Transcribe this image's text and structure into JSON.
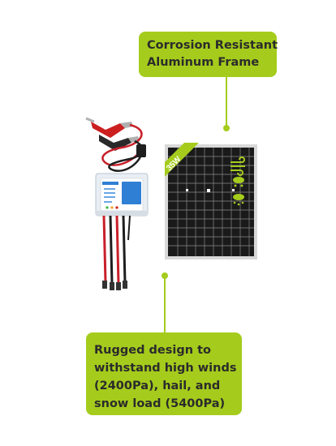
{
  "colors": {
    "accent": "#a5cc1c",
    "panel_cell": "#1a1a1a",
    "frame": "#d8d8d8",
    "cable_red": "#c8202a",
    "controller_blue": "#2f7fd4"
  },
  "callouts": {
    "frame": {
      "line1": "Corrosion Resistant",
      "line2": "Aluminum Frame"
    },
    "rugged": {
      "line1": "Rugged design to",
      "line2": "withstand high winds",
      "line3": "(2400Pa), hail, and",
      "line4": "snow load (5400Pa)"
    }
  },
  "panel": {
    "wattage": "35W"
  }
}
